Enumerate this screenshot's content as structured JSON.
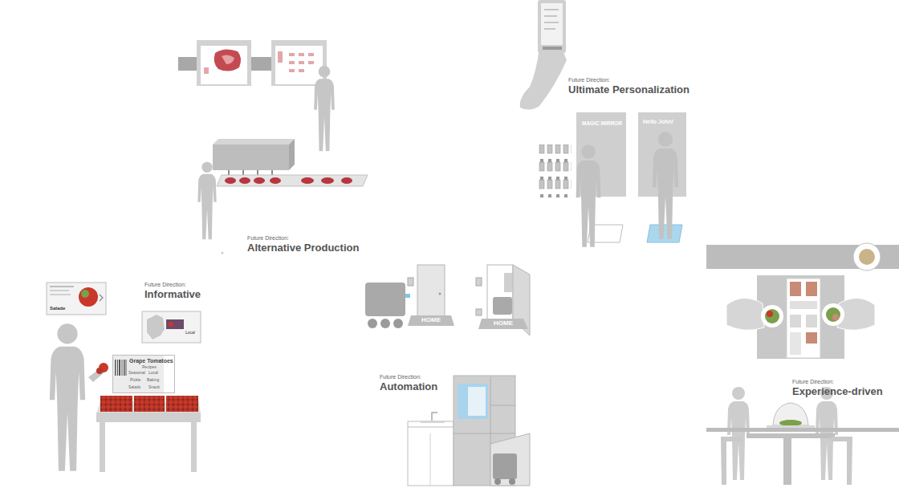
{
  "diagram": {
    "nodes": [
      {
        "text": [
          "MAGIC MIRROR"
        ]
      },
      {
        "text": [
          "Hello John!"
        ]
      },
      {
        "text": [
          "Grape Tomatoes",
          "Recipes",
          "Seasonal",
          "Local",
          "Pickle",
          "Baking",
          "Salads",
          "Snack"
        ]
      }
    ],
    "labels": [
      "Future Direction:",
      "Ultimate Personalization",
      "Future Direction:",
      "Alternative Production",
      "Future Direction:",
      "Informative",
      "Future Direction:",
      "Automation",
      "Future Direction:",
      "Experience-driven",
      "Salade",
      "Local",
      "HOME",
      "HOME"
    ]
  }
}
